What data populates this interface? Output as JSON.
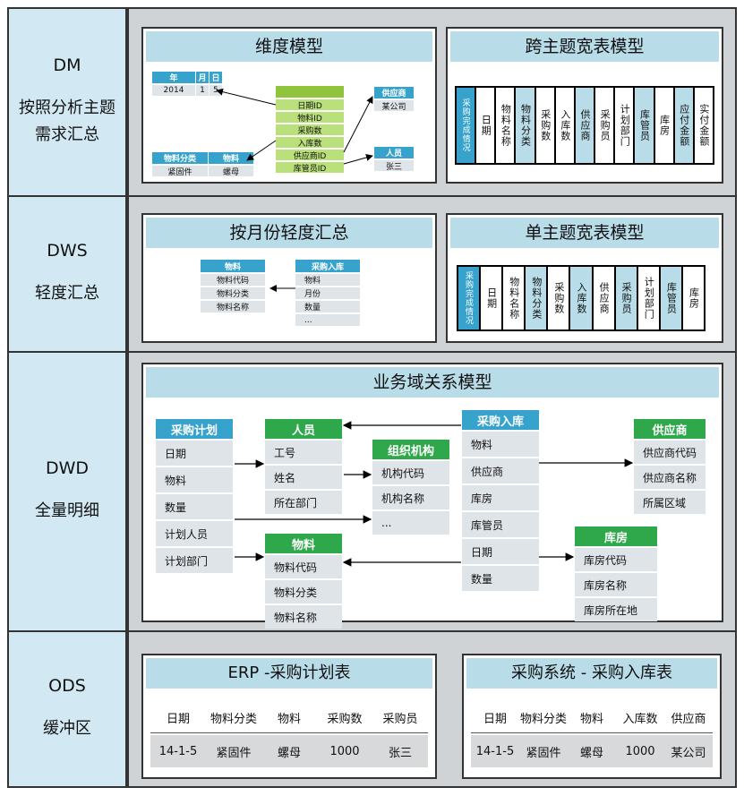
{
  "layers": {
    "dm": {
      "code": "DM",
      "desc": "按照分析主题需求汇总"
    },
    "dws": {
      "code": "DWS",
      "desc": "轻度汇总"
    },
    "dwd": {
      "code": "DWD",
      "desc": "全量明细"
    },
    "ods": {
      "code": "ODS",
      "desc": "缓冲区"
    }
  },
  "dm": {
    "dim_title": "维度模型",
    "dim": {
      "time_head": [
        "年",
        "月",
        "日"
      ],
      "time_vals": [
        "2014",
        "1",
        "5"
      ],
      "fact_rows": [
        "日期ID",
        "物料ID",
        "采购数",
        "入库数",
        "供应商ID",
        "库管员ID"
      ],
      "supplier_head": "供应商",
      "supplier_val": "某公司",
      "material_head": [
        "物料分类",
        "物料"
      ],
      "material_vals": [
        "紧固件",
        "螺母"
      ],
      "keeper_head": "人员",
      "keeper_val": "张三"
    },
    "wide_title": "跨主题宽表模型",
    "wide_cols": [
      "采购完成情况",
      "日期",
      "物料名称",
      "物料分类",
      "采购数",
      "入库数",
      "供应商",
      "采购员",
      "计划部门",
      "库管员",
      "库房",
      "应付金额",
      "实付金额"
    ]
  },
  "dws": {
    "month_title": "按月份轻度汇总",
    "material": {
      "head": "物料",
      "rows": [
        "物料代码",
        "物料分类",
        "物料名称"
      ]
    },
    "inbound": {
      "head": "采购入库",
      "rows": [
        "物料",
        "月份",
        "数量",
        "..."
      ]
    },
    "single_title": "单主题宽表模型",
    "single_cols": [
      "采购完成情况",
      "日期",
      "物料名称",
      "物料分类",
      "采购数",
      "入库数",
      "供应商",
      "采购员",
      "计划部门",
      "库管员",
      "库房"
    ]
  },
  "dwd": {
    "title": "业务域关系模型",
    "plan": {
      "head": "采购计划",
      "rows": [
        "日期",
        "物料",
        "数量",
        "计划人员",
        "计划部门"
      ]
    },
    "person": {
      "head": "人员",
      "rows": [
        "工号",
        "姓名",
        "所在部门"
      ]
    },
    "org": {
      "head": "组织机构",
      "rows": [
        "机构代码",
        "机构名称",
        "..."
      ]
    },
    "material": {
      "head": "物料",
      "rows": [
        "物料代码",
        "物料分类",
        "物料名称"
      ]
    },
    "inbound": {
      "head": "采购入库",
      "rows": [
        "物料",
        "供应商",
        "库房",
        "库管员",
        "日期",
        "数量"
      ]
    },
    "supplier": {
      "head": "供应商",
      "rows": [
        "供应商代码",
        "供应商名称",
        "所属区域"
      ]
    },
    "warehouse": {
      "head": "库房",
      "rows": [
        "库房代码",
        "库房名称",
        "库房所在地"
      ]
    }
  },
  "ods": {
    "erp": {
      "title": "ERP -采购计划表",
      "headers": [
        "日期",
        "物料分类",
        "物料",
        "采购数",
        "采购员"
      ],
      "row": [
        "14-1-5",
        "紧固件",
        "螺母",
        "1000",
        "张三"
      ]
    },
    "pur": {
      "title": "采购系统 - 采购入库表",
      "headers": [
        "日期",
        "物料分类",
        "物料",
        "入库数",
        "供应商"
      ],
      "row": [
        "14-1-5",
        "紧固件",
        "螺母",
        "1000",
        "某公司"
      ]
    }
  },
  "colors": {
    "title_bg": "#b9dce9",
    "label_bg": "#d2e9f3",
    "green": "#2ea84a",
    "blue": "#37a3cc",
    "grey": "#cfd3d6"
  }
}
